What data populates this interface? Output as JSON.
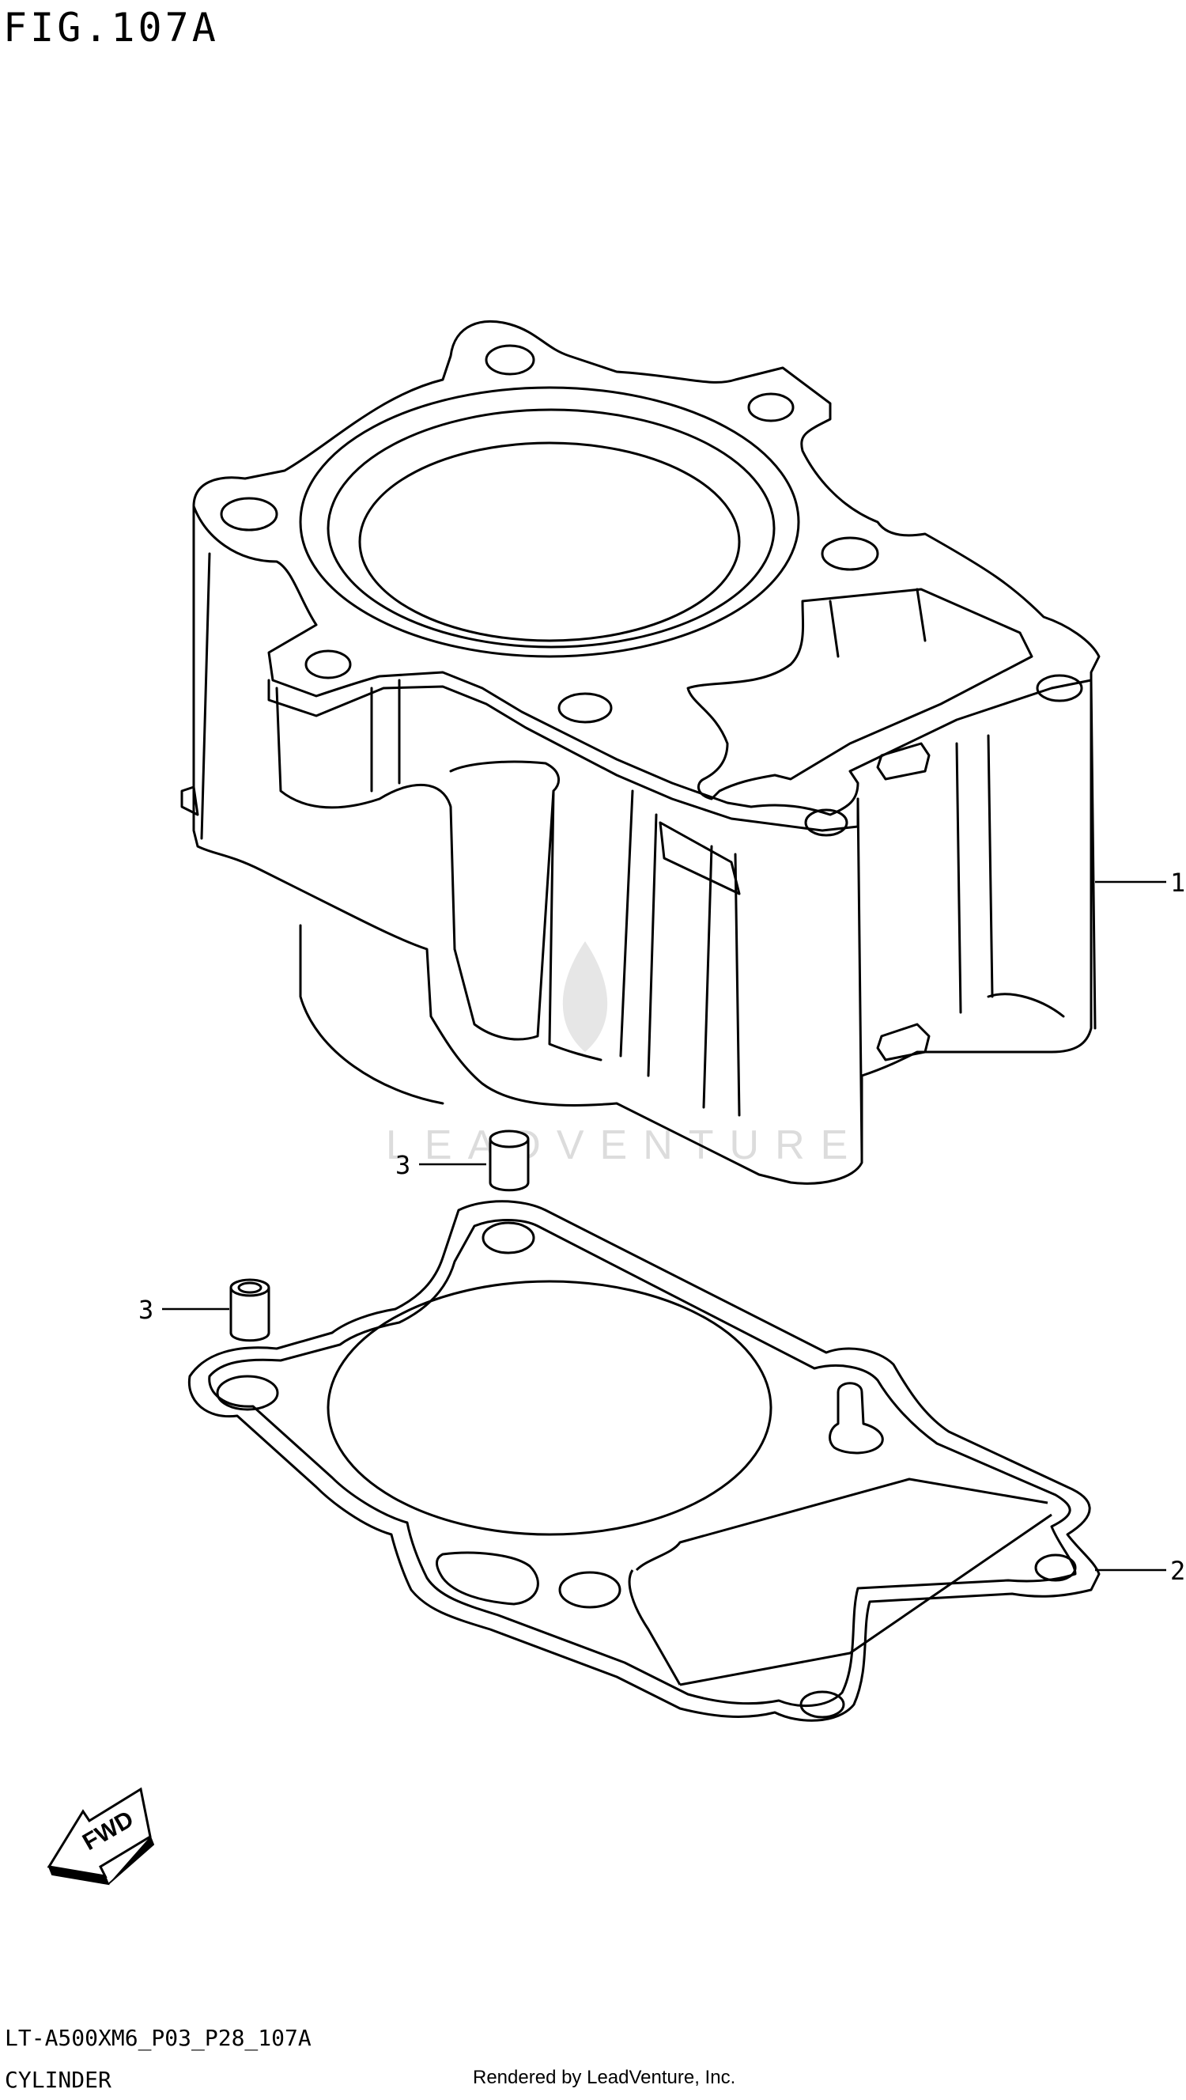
{
  "figure": {
    "title": "FIG.107A"
  },
  "callouts": [
    {
      "id": "1",
      "label": "1"
    },
    {
      "id": "2",
      "label": "2"
    },
    {
      "id": "3a",
      "label": "3"
    },
    {
      "id": "3b",
      "label": "3"
    }
  ],
  "direction_badge": {
    "label": "FWD"
  },
  "watermark": {
    "text": "LEADVENTURE"
  },
  "footer": {
    "model_code": "LT-A500XM6_P03_P28_107A",
    "caption": "CYLINDER",
    "rendered_by": "Rendered by LeadVenture, Inc."
  }
}
